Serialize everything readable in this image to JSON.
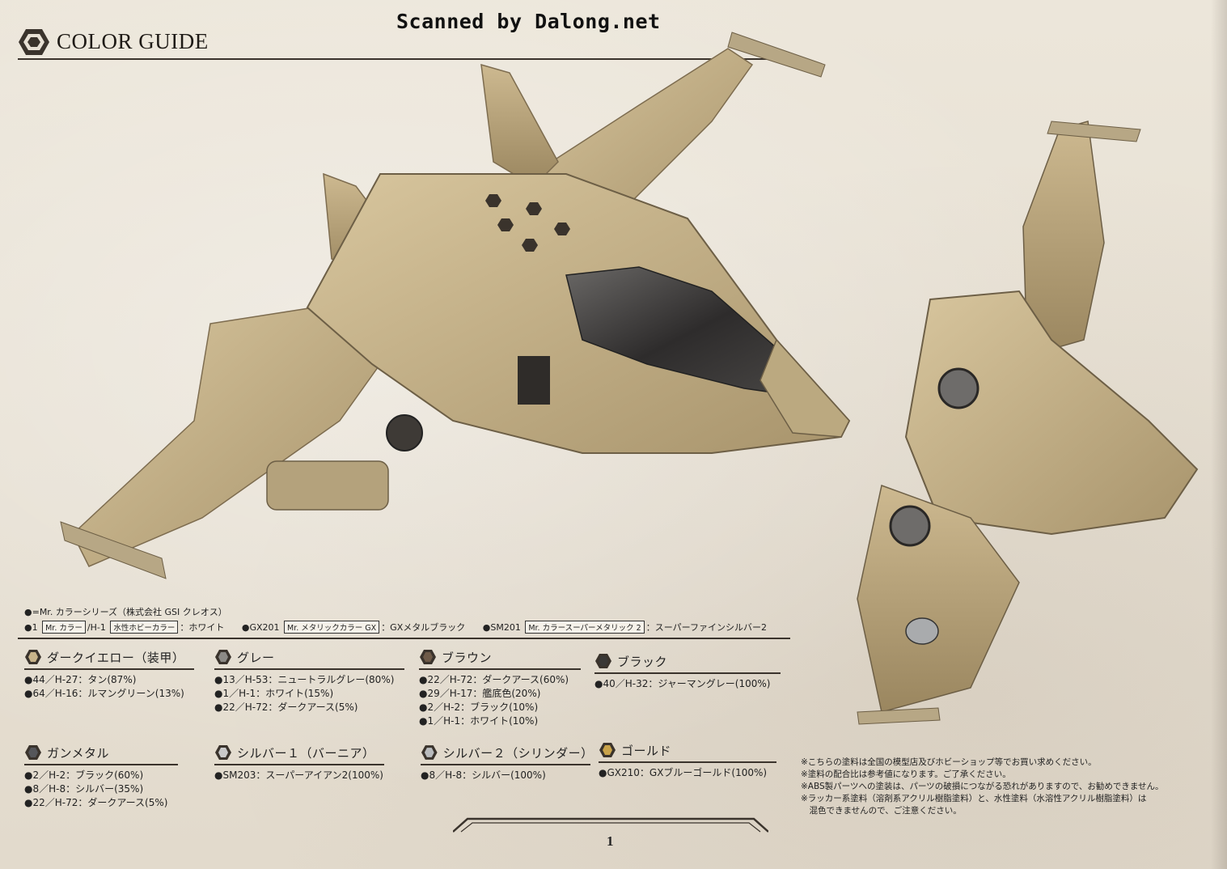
{
  "watermark": "Scanned by Dalong.net",
  "header": {
    "title": "COLOR GUIDE"
  },
  "series_note": "●=Mr. カラーシリーズ（株式会社 GSI クレオス）",
  "paint_codes": [
    {
      "code": "●1",
      "box": "Mr. カラー",
      "sep": "/H-1",
      "box2": "水性ホビーカラー",
      "name": "：ホワイト"
    },
    {
      "code": "●GX201",
      "box": "Mr. メタリックカラー GX",
      "name": "：GXメタルブラック"
    },
    {
      "code": "●SM201",
      "box": "Mr. カラースーパーメタリック 2",
      "name": "：スーパーファインシルバー2"
    }
  ],
  "groups": [
    {
      "name": "ダークイエロー（装甲）",
      "chip": "#c8b48a",
      "items": [
        "●44／H-27：タン(87%)",
        "●64／H-16：ルマングリーン(13%)"
      ]
    },
    {
      "name": "グレー",
      "chip": "#8c8a86",
      "items": [
        "●13／H-53：ニュートラルグレー(80%)",
        "●1／H-1：ホワイト(15%)",
        "●22／H-72：ダークアース(5%)"
      ]
    },
    {
      "name": "ブラウン",
      "chip": "#6e5a48",
      "items": [
        "●22／H-72：ダークアース(60%)",
        "●29／H-17：艦底色(20%)",
        "●2／H-2：ブラック(10%)",
        "●1／H-1：ホワイト(10%)"
      ]
    },
    {
      "name": "ブラック",
      "chip": "#3a3836",
      "items": [
        "●40／H-32：ジャーマングレー(100%)"
      ]
    },
    {
      "name": "ガンメタル",
      "chip": "#55565a",
      "items": [
        "●2／H-2：ブラック(60%)",
        "●8／H-8：シルバー(35%)",
        "●22／H-72：ダークアース(5%)"
      ]
    },
    {
      "name": "シルバー１（バーニア）",
      "chip": "#c9c9c9",
      "items": [
        "●SM203：スーパーアイアン2(100%)"
      ]
    },
    {
      "name": "シルバー２（シリンダー）",
      "chip": "#b9bbbd",
      "items": [
        "●8／H-8：シルバー(100%)"
      ]
    },
    {
      "name": "ゴールド",
      "chip": "#c9a34a",
      "items": [
        "●GX210：GXブルーゴールド(100%)"
      ]
    }
  ],
  "notes": [
    "※こちらの塗料は全国の模型店及びホビーショップ等でお買い求めください。",
    "※塗料の配合比は参考値になります。ご了承ください。",
    "※ABS製パーツへの塗装は、パーツの破損につながる恐れがありますので、お勧めできません。",
    "※ラッカー系塗料（溶剤系アクリル樹脂塗料）と、水性塗料（水溶性アクリル樹脂塗料）は",
    "　混色できませんので、ご注意ください。"
  ],
  "page_number": "1",
  "colors": {
    "armor": "#c8b48a",
    "armor_dark": "#a8946c",
    "canopy": "#3c3a3a",
    "ink": "#3a332c"
  }
}
